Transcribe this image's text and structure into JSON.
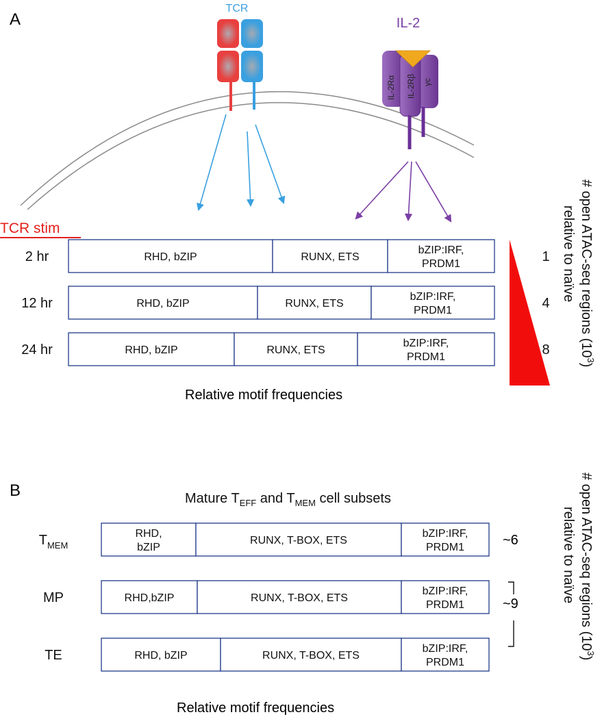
{
  "panel_a": {
    "letter": "A",
    "tcr_label": "TCR",
    "il2_label": "IL-2",
    "il2r_alpha": "IL-2Rα",
    "il2r_beta": "IL-2Rβ",
    "gamma_c": "γc",
    "stim_label": "TCR  stim",
    "rows": [
      {
        "label": "2 hr",
        "count": "1",
        "segments": [
          {
            "text": [
              "RHD, bZIP"
            ]
          },
          {
            "text": [
              "RUNX, ETS"
            ]
          },
          {
            "text": [
              "bZIP:IRF,",
              "PRDM1"
            ]
          }
        ]
      },
      {
        "label": "12 hr",
        "count": "4",
        "segments": [
          {
            "text": [
              "RHD, bZIP"
            ]
          },
          {
            "text": [
              "RUNX, ETS"
            ]
          },
          {
            "text": [
              "bZIP:IRF,",
              "PRDM1"
            ]
          }
        ]
      },
      {
        "label": "24 hr",
        "count": "8",
        "segments": [
          {
            "text": [
              "RHD, bZIP"
            ]
          },
          {
            "text": [
              "RUNX, ETS"
            ]
          },
          {
            "text": [
              "bZIP:IRF,",
              "PRDM1"
            ]
          }
        ]
      }
    ],
    "footer": "Relative motif frequencies",
    "axis_line1": "# open ATAC-seq regions (10",
    "axis_sup": "3",
    "axis_close": ")",
    "axis_line2": "relative to naïve"
  },
  "panel_b": {
    "letter": "B",
    "title": {
      "prefix": "Mature T",
      "sub1": "EFF",
      "mid": " and T",
      "sub2": "MEM",
      "suffix": " cell subsets"
    },
    "rows": [
      {
        "label_main": "T",
        "label_sub": "MEM",
        "segments": [
          {
            "text": [
              "RHD,",
              "bZIP"
            ]
          },
          {
            "text": [
              "RUNX, T-BOX, ETS"
            ]
          },
          {
            "text": [
              "bZIP:IRF,",
              "PRDM1"
            ]
          }
        ]
      },
      {
        "label_main": "MP",
        "label_sub": "",
        "segments": [
          {
            "text": [
              "RHD,bZIP"
            ]
          },
          {
            "text": [
              "RUNX, T-BOX, ETS"
            ]
          },
          {
            "text": [
              "bZIP:IRF,",
              "PRDM1"
            ]
          }
        ]
      },
      {
        "label_main": "TE",
        "label_sub": "",
        "segments": [
          {
            "text": [
              "RHD, bZIP"
            ]
          },
          {
            "text": [
              "RUNX, T-BOX, ETS"
            ]
          },
          {
            "text": [
              "bZIP:IRF,",
              "PRDM1"
            ]
          }
        ]
      }
    ],
    "count_tmem": "~6",
    "count_mp_te": "~9",
    "footer": "Relative motif frequencies",
    "axis_line1": "# open ATAC-seq regions (10",
    "axis_sup": "3",
    "axis_close": ")",
    "axis_line2": "relative to naïve"
  },
  "colors": {
    "tcr_red": "#e8403f",
    "tcr_blue": "#3aa0e0",
    "il2_purple": "#7b3fa5",
    "ligand_orange": "#f0a81e",
    "stim_red": "#e3211c",
    "box_border": "#1f3a8a",
    "triangle_red": "#f20d0d"
  }
}
